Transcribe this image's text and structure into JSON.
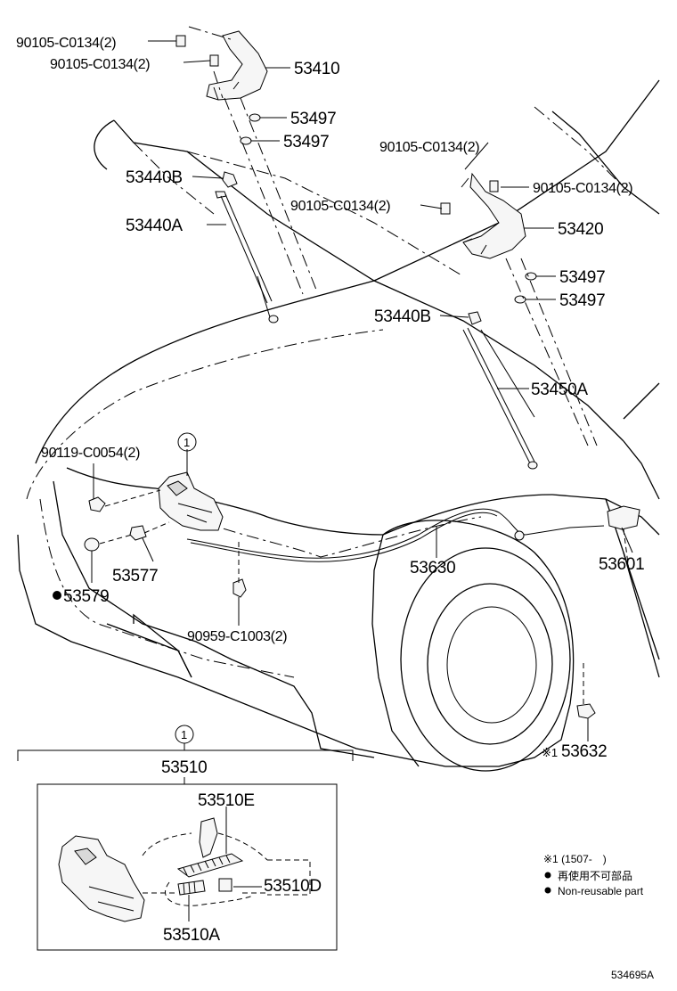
{
  "labels": {
    "bolt_top1": "90105-C0134(2)",
    "bolt_top2": "90105-C0134(2)",
    "hinge_lh": "53410",
    "washer_lh_1": "53497",
    "washer_lh_2": "53497",
    "stay_bracket_lh": "53440B",
    "stay_lh": "53440A",
    "bolt_right_top": "90105-C0134(2)",
    "bolt_right_side": "90105-C0134(2)",
    "bolt_mid": "90105-C0134(2)",
    "hinge_rh": "53420",
    "washer_rh_1": "53497",
    "washer_rh_2": "53497",
    "stay_bracket_rh": "53440B",
    "stay_rh": "53450A",
    "bolt_lock": "90119-C0054(2)",
    "ref_circle": "1",
    "cushion": "53577",
    "cushion_nonreusable": "53579",
    "cable": "53630",
    "release_lever": "53601",
    "clamp": "90959-C1003(2)",
    "clip": "53632",
    "clip_note_mark": "※1",
    "inset_ref_circle": "1",
    "lock_assy": "53510",
    "lock_sub_e": "53510E",
    "lock_sub_d": "53510D",
    "lock_sub_a": "53510A",
    "diagram_id": "534695A"
  },
  "legend": {
    "note_line": "※1 (1507-　)",
    "jp_text": "再使用不可部品",
    "en_text": "Non-reusable part"
  }
}
